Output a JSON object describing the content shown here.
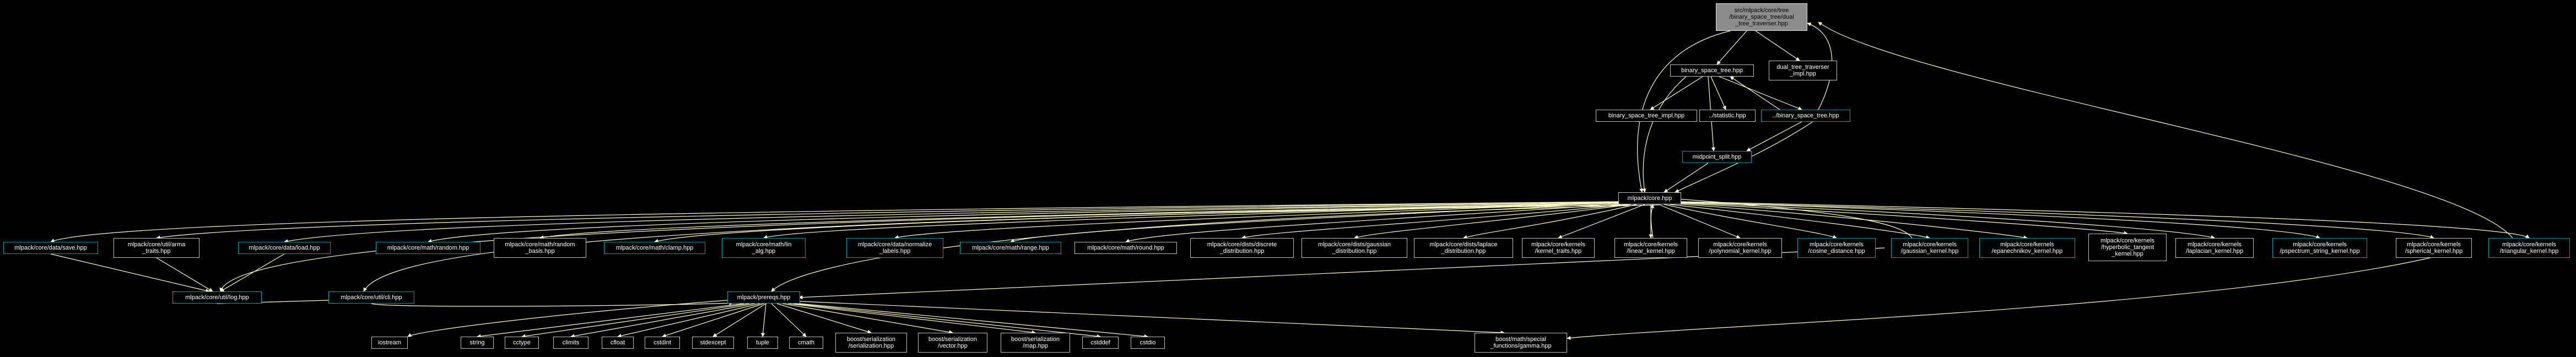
{
  "colors": {
    "edge": "#ffffcc",
    "doc_border": "#00a0a0",
    "plain_border": "#bfbfbf",
    "root_fill": "#8c8c8c",
    "background": "#000000"
  },
  "nodes": {
    "root": "src/mlpack/core/tree\n/binary_space_tree/dual\n_tree_traverser.hpp",
    "dual_impl": "dual_tree_traverser\n_impl.hpp",
    "bst": "binary_space_tree.hpp",
    "bst_impl": "binary_space_tree_impl.hpp",
    "statistic": "../statistic.hpp",
    "fwd_bst": "../binary_space_tree.hpp",
    "midpoint": "midpoint_split.hpp",
    "core": "mlpack/core.hpp",
    "save": "mlpack/core/data/save.hpp",
    "arma_traits": "mlpack/core/util/arma\n_traits.hpp",
    "load": "mlpack/core/data/load.hpp",
    "random": "mlpack/core/math/random.hpp",
    "random_basis": "mlpack/core/math/random\n_basis.hpp",
    "clamp": "mlpack/core/math/clamp.hpp",
    "lin_alg": "mlpack/core/math/lin\n_alg.hpp",
    "normalize": "mlpack/core/data/normalize\n_labels.hpp",
    "range": "mlpack/core/math/range.hpp",
    "round": "mlpack/core/math/round.hpp",
    "discrete": "mlpack/core/dists/discrete\n_distribution.hpp",
    "gaussian_dist": "mlpack/core/dists/gaussian\n_distribution.hpp",
    "laplace": "mlpack/core/dists/laplace\n_distribution.hpp",
    "kernel_traits": "mlpack/core/kernels\n/kernel_traits.hpp",
    "linear": "mlpack/core/kernels\n/linear_kernel.hpp",
    "polynomial": "mlpack/core/kernels\n/polynomial_kernel.hpp",
    "cosine": "mlpack/core/kernels\n/cosine_distance.hpp",
    "gaussian_kernel": "mlpack/core/kernels\n/gaussian_kernel.hpp",
    "epanechnikov": "mlpack/core/kernels\n/epanechnikov_kernel.hpp",
    "hyperbolic": "mlpack/core/kernels\n/hyperbolic_tangent\n_kernel.hpp",
    "laplacian": "mlpack/core/kernels\n/laplacian_kernel.hpp",
    "pspectrum": "mlpack/core/kernels\n/pspectrum_string_kernel.hpp",
    "spherical": "mlpack/core/kernels\n/spherical_kernel.hpp",
    "triangular": "mlpack/core/kernels\n/triangular_kernel.hpp",
    "log": "mlpack/core/util/log.hpp",
    "cli": "mlpack/core/util/cli.hpp",
    "prereqs": "mlpack/prereqs.hpp",
    "iostream": "iostream",
    "string": "string",
    "cctype": "cctype",
    "climits": "climits",
    "cfloat": "cfloat",
    "cstdint": "cstdint",
    "stdexcept": "stdexcept",
    "tuple": "tuple",
    "cmath": "cmath",
    "ser": "boost/serialization\n/serialization.hpp",
    "vector": "boost/serialization\n/vector.hpp",
    "map": "boost/serialization\n/map.hpp",
    "cstddef": "cstddef",
    "cstdio": "cstdio",
    "gamma": "boost/math/special\n_functions/gamma.hpp"
  }
}
